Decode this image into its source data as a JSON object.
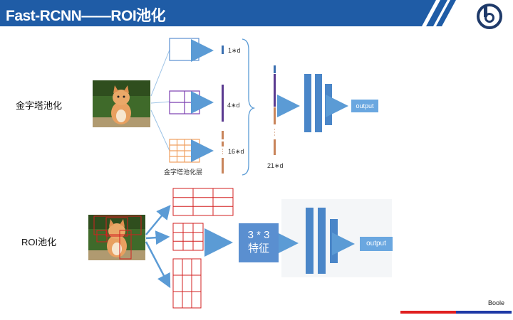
{
  "header": {
    "title": "Fast-RCNN——ROI池化"
  },
  "top_section": {
    "side_label": "金字塔池化",
    "level_labels": [
      "1∗d",
      "4∗d",
      "16∗d"
    ],
    "layer_label": "金字塔池化层",
    "concat_label": "21∗d",
    "output_label": "output"
  },
  "bottom_section": {
    "side_label": "ROI池化",
    "feature_line1": "3 * 3",
    "feature_line2": "特征",
    "output_label": "output"
  },
  "footer": {
    "brand": "Boole"
  },
  "colors": {
    "header_blue": "#1f5ca6",
    "arrow_blue": "#5b9bd5",
    "grid_blue": "#5b8fd0",
    "grid_purple": "#7b3fb0",
    "grid_orange": "#f0a060",
    "bar_blue": "#3a6fb0",
    "bar_purple": "#5a3a90",
    "bar_brown": "#c8845a",
    "roi_red": "#d32020",
    "line_red": "#e02020",
    "line_blue": "#1f3aa6"
  }
}
